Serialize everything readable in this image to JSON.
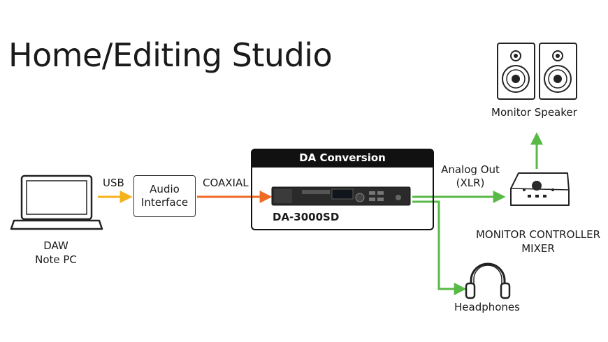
{
  "title": "Home/Editing Studio",
  "nodes": {
    "pc": {
      "line1": "DAW",
      "line2": "Note PC"
    },
    "audio_interface": {
      "line1": "Audio",
      "line2": "Interface"
    },
    "da_section": {
      "header": "DA Conversion",
      "model": "DA-3000SD"
    },
    "monitor_controller": {
      "line1": "MONITOR CONTROLLER",
      "line2": "MIXER"
    },
    "monitor_speaker": {
      "label": "Monitor Speaker"
    },
    "headphones": {
      "label": "Headphones"
    }
  },
  "connections": {
    "usb": {
      "label": "USB",
      "color": "#f5b21a"
    },
    "coaxial": {
      "label": "COAXIAL",
      "color": "#ef6a24"
    },
    "analog_out": {
      "line1": "Analog Out",
      "line2": "(XLR)",
      "color": "#58b947"
    }
  },
  "icons": [
    "laptop-icon",
    "da3000sd-device-icon",
    "monitor-controller-icon",
    "speaker-icon",
    "headphones-icon"
  ]
}
